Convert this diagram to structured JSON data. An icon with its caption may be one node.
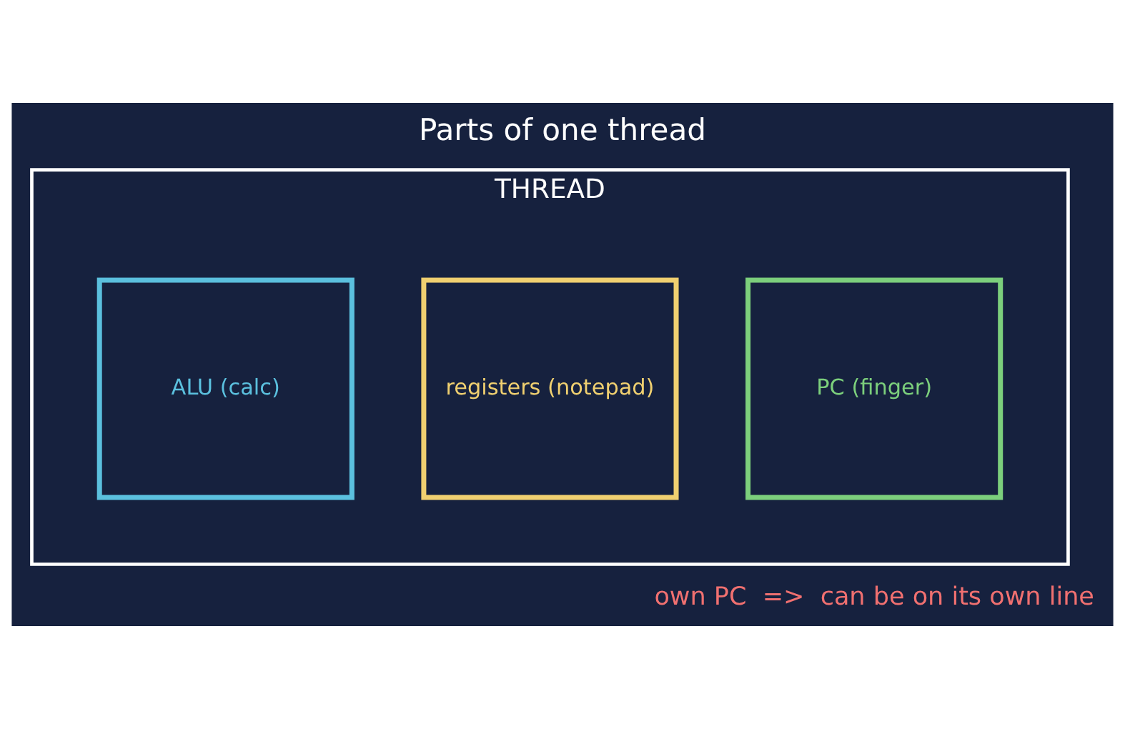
{
  "diagram": {
    "title": "Parts of one thread",
    "nodes": [
      {
        "text": [
          "THREAD"
        ]
      },
      {
        "text": [
          "ALU (calc)"
        ],
        "in": 0
      },
      {
        "text": [
          "registers (notepad)"
        ],
        "in": 0
      },
      {
        "text": [
          "PC (finger)"
        ],
        "in": 0
      }
    ],
    "edges": [],
    "labels": [
      "own PC  =>  can be on its own line"
    ]
  }
}
